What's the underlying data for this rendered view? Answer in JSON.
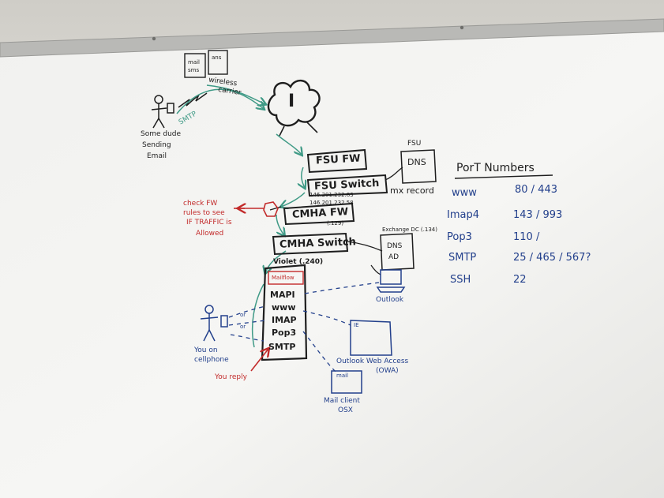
{
  "sender": {
    "box_top_left": "mail",
    "box_top_right": "ans",
    "box_bottom": "sms",
    "wireless_label": "wireless",
    "carrier_label": "carrier",
    "smtp_label": "SMTP",
    "caption_line1": "Some dude",
    "caption_line2": "Sending",
    "caption_line3": "Email"
  },
  "internet": {
    "label": "I"
  },
  "nodes": {
    "fsu_fw": "FSU FW",
    "fsu_switch": "FSU Switch",
    "fsu_dns_title": "FSU",
    "fsu_dns": "DNS",
    "mx_record": "mx record",
    "ip_1": "146.201.232.83",
    "ip_2": "146.201.232.58",
    "cmha_fw": "CMHA FW",
    "cmha_fw_note": "(.129)",
    "cmha_switch": "CMHA Switch",
    "dns_top_note": "Exchange DC (.134)",
    "dns_ad_line1": "DNS",
    "dns_ad_line2": "AD",
    "exchange_header": "Violet (.240)",
    "services": [
      "Mailflow",
      "MAPI",
      "www",
      "IMAP",
      "Pop3",
      "SMTP"
    ],
    "outlook_label": "Outlook",
    "owa_box_label": "IE",
    "owa_line1": "Outlook Web Access",
    "owa_line2": "(OWA)",
    "mail_box_label": "mail",
    "mail_client_line1": "Mail client",
    "mail_client_line2": "OSX"
  },
  "annotations": {
    "check_fw_line1": "check FW",
    "check_fw_line2": "rules to see",
    "check_fw_line3": "IF TRAFFIC is",
    "check_fw_line4": "Allowed",
    "you_on_line1": "You on",
    "you_on_line2": "cellphone",
    "or_1": "or",
    "or_2": "or",
    "you_reply": "You reply"
  },
  "port_table": {
    "title": "PorT Numbers",
    "rows": [
      {
        "proto": "www",
        "ports": "80 / 443"
      },
      {
        "proto": "Imap4",
        "ports": "143 / 993"
      },
      {
        "proto": "Pop3",
        "ports": "110 /"
      },
      {
        "proto": "SMTP",
        "ports": "25 / 465 / 567?"
      },
      {
        "proto": "SSH",
        "ports": "22"
      }
    ]
  },
  "colors": {
    "marker_black": "#1e1e1e",
    "marker_blue": "#23408c",
    "marker_red": "#c22a2a",
    "marker_teal": "#3f9a86",
    "board": "#f3f3f1"
  }
}
